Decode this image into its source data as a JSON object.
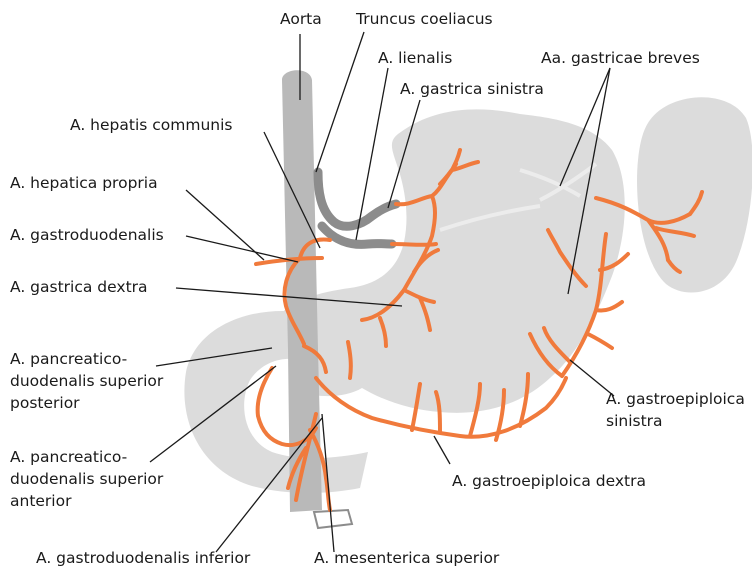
{
  "diagram": {
    "colors": {
      "organ": "#dcdcdc",
      "organ_light": "#e6e6e6",
      "aorta": "#b9b9b9",
      "trunk": "#8c8c8c",
      "artery": "#f07a3c",
      "leader": "#1a1a1a"
    },
    "labels": {
      "aorta": "Aorta",
      "truncus_coeliacus": "Truncus coeliacus",
      "a_lienalis": "A. lienalis",
      "aa_gastricae_breves": "Aa. gastricae breves",
      "a_gastrica_sinistra": "A. gastrica sinistra",
      "a_hepatis_communis": "A. hepatis communis",
      "a_hepatica_propria": "A. hepatica propria",
      "a_gastroduodenalis": "A. gastroduodenalis",
      "a_gastrica_dextra": "A. gastrica dextra",
      "a_pancreaticoduodenalis_sup_post": [
        "A. pancreatico-",
        "duodenalis superior",
        "posterior"
      ],
      "a_pancreaticoduodenalis_sup_ant": [
        "A. pancreatico-",
        "duodenalis superior",
        "anterior"
      ],
      "a_gastroepiploica_sinistra": [
        "A. gastroepiploica",
        "sinistra"
      ],
      "a_gastroepiploica_dextra": "A. gastroepiploica dextra",
      "a_gastroduodenalis_inferior": "A. gastroduodenalis inferior",
      "a_mesenterica_superior": "A. mesenterica superior"
    }
  }
}
